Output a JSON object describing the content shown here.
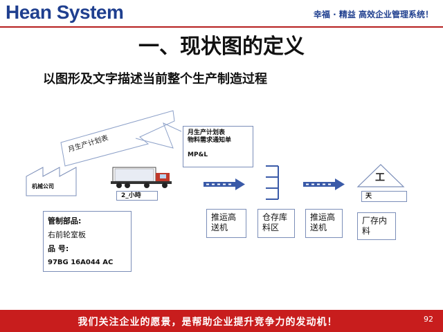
{
  "header": {
    "logo_text": "Hean System",
    "slogan": "幸福 · 精益  高效企业管理系统！"
  },
  "title": "一、现状图的定义",
  "subtitle": "以图形及文字描述当前整个生产制造过程",
  "diagram": {
    "arrow_label": "月生产计划表",
    "factory_label": "机械公司",
    "truck_label": "2_小時",
    "plan_box": {
      "line1": "月生产计划表",
      "line2": "物料需求通知单",
      "line3": "MP&L"
    },
    "warehouse_label": "工",
    "days_label": "天",
    "process_boxes": [
      {
        "text": "推运高送机"
      },
      {
        "text": "仓存库料区"
      },
      {
        "text": "推运高送机"
      },
      {
        "text": "厂存内料"
      }
    ],
    "parts_box": {
      "line1": "管制部品:",
      "line2": "右前轮室板",
      "line3": "品  号:",
      "line4": "97BG 16A044 AC"
    }
  },
  "footer": {
    "text": "我们关注企业的愿景，是帮助企业提升竞争力的发动机！",
    "page": "92"
  },
  "colors": {
    "brand": "#1f3f8f",
    "accent_red": "#c81d1d",
    "border": "#7a8db8"
  }
}
